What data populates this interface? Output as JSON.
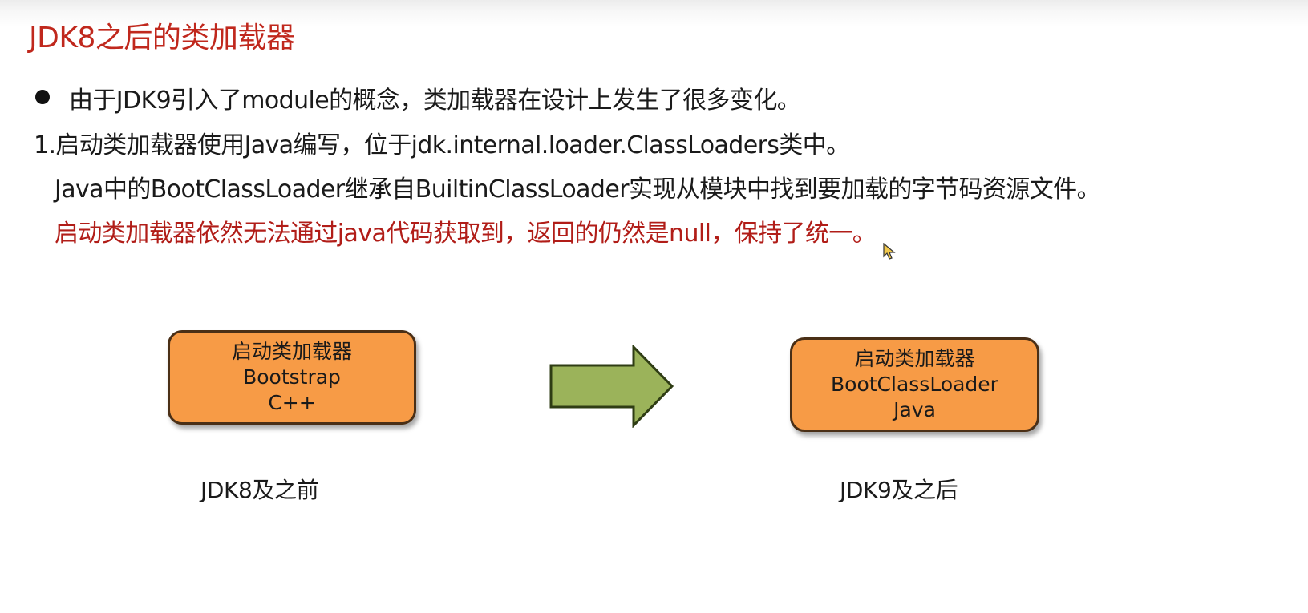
{
  "slide": {
    "title": "JDK8之后的类加载器",
    "bullet": "由于JDK9引入了module的概念，类加载器在设计上发生了很多变化。",
    "point1": "1.启动类加载器使用Java编写，位于jdk.internal.loader.ClassLoaders类中。",
    "point1_detail": "Java中的BootClassLoader继承自BuiltinClassLoader实现从模块中找到要加载的字节码资源文件。",
    "point1_note": "启动类加载器依然无法通过java代码获取到，返回的仍然是null，保持了统一。"
  },
  "diagram": {
    "before": {
      "lines": [
        "启动类加载器",
        "Bootstrap",
        "C++"
      ],
      "caption": "JDK8及之前"
    },
    "after": {
      "lines": [
        "启动类加载器",
        "BootClassLoader",
        "Java"
      ],
      "caption": "JDK9及之后"
    },
    "arrow_icon": "right-arrow-icon"
  },
  "colors": {
    "title": "#c0281d",
    "note": "#b11d18",
    "box_fill": "#f79b46",
    "box_border": "#4a2f16",
    "arrow_fill": "#9bb35a",
    "arrow_border": "#2f3d14"
  }
}
